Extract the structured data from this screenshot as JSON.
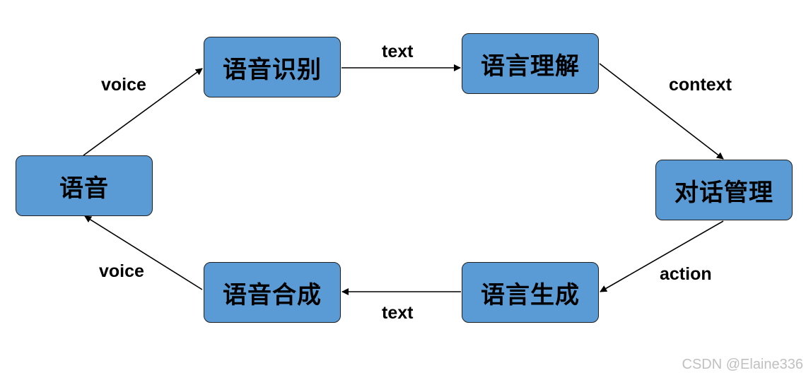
{
  "nodes": {
    "speech": "语音",
    "speech_recognition": "语音识别",
    "language_understanding": "语言理解",
    "dialog_management": "对话管理",
    "language_generation": "语言生成",
    "speech_synthesis": "语音合成"
  },
  "edges": {
    "speech_to_recognition": "voice",
    "recognition_to_understanding": "text",
    "understanding_to_management": "context",
    "management_to_generation": "action",
    "generation_to_synthesis": "text",
    "synthesis_to_speech": "voice"
  },
  "watermark": "CSDN @Elaine336",
  "colors": {
    "node_fill": "#5b9bd5",
    "node_border": "#1f1f1f",
    "arrow": "#000000"
  }
}
